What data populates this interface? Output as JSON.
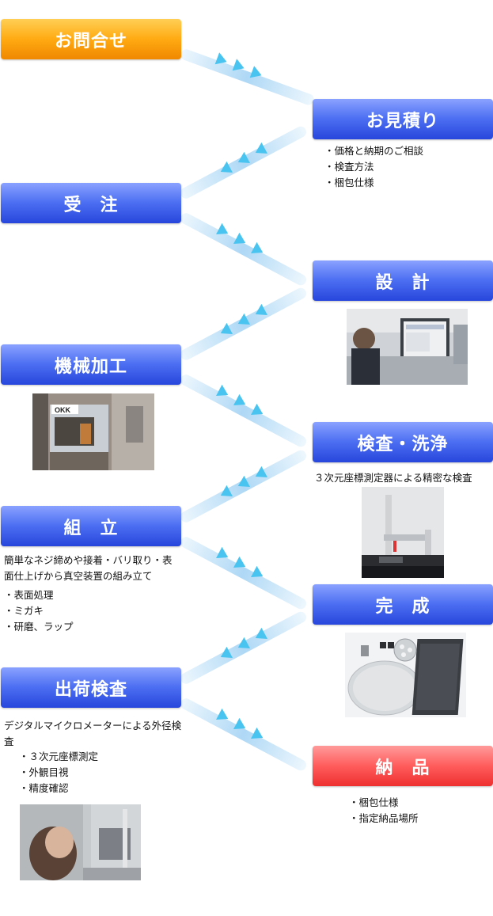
{
  "steps": {
    "inquiry": "お問合せ",
    "estimate": "お見積り",
    "order": "受　注",
    "design": "設　計",
    "machining": "機械加工",
    "inspection_wash": "検査・洗浄",
    "assembly": "組　立",
    "completion": "完　成",
    "shipping_inspection": "出荷検査",
    "delivery": "納　品"
  },
  "estimate_items": [
    "・価格と納期のご相談",
    "・検査方法",
    "・梱包仕様"
  ],
  "inspection_text": "３次元座標測定器による精密な検査",
  "assembly_text": "簡単なネジ締めや接着・バリ取り・表面仕上げから真空装置の組み立て",
  "assembly_items": [
    "・表面処理",
    "・ミガキ",
    "・研磨、ラップ"
  ],
  "shipping_text": "デジタルマイクロメーターによる外径検査",
  "shipping_items": [
    "・３次元座標測定",
    "・外観目視",
    "・精度確認"
  ],
  "delivery_items": [
    "・梱包仕様",
    "・指定納品場所"
  ],
  "photo_labels": {
    "machining_logo": "OKK"
  },
  "colors": {
    "step_blue": "#3a5cf0",
    "inquiry_orange": "#ffa500",
    "delivery_red": "#ff4d4d",
    "arrow_cyan": "#49c4f0"
  }
}
